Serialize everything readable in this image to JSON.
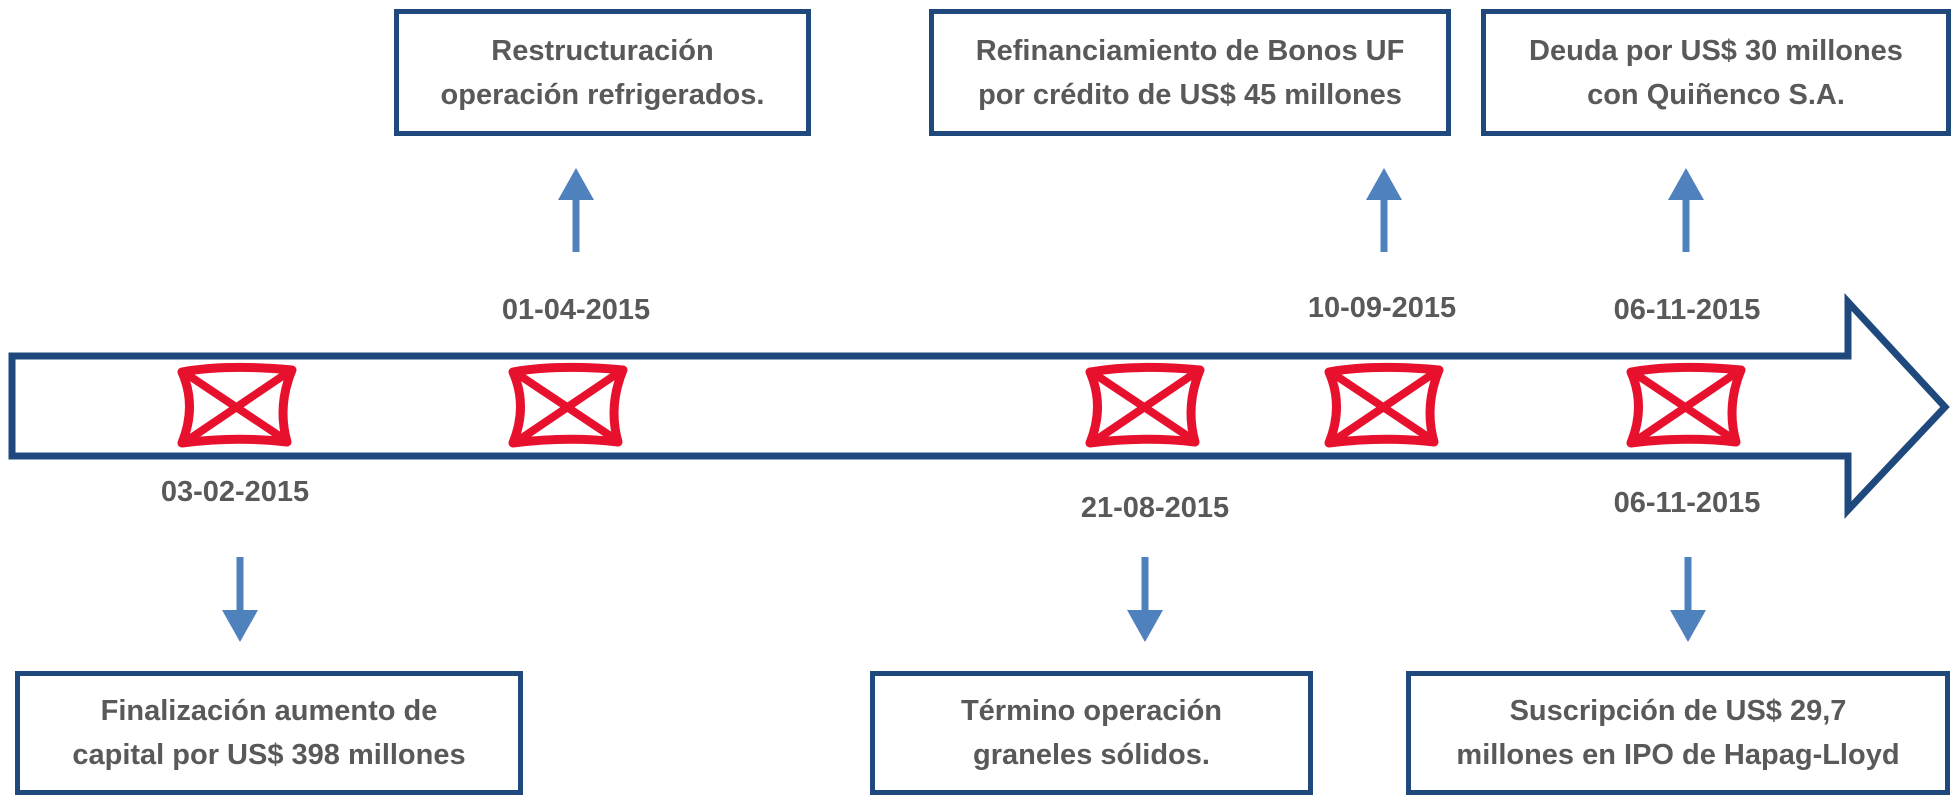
{
  "colors": {
    "timeline_border": "#1f497d",
    "arrow": "#4f81bd",
    "marker": "#e8112d",
    "text": "#595959"
  },
  "events": [
    {
      "date": "03-02-2015",
      "position": "below",
      "lines": [
        "Finalización aumento de",
        "capital por US$ 398 millones"
      ],
      "icon": "envelope-icon"
    },
    {
      "date": "01-04-2015",
      "position": "above",
      "lines": [
        "Restructuración",
        "operación refrigerados."
      ],
      "icon": "envelope-icon"
    },
    {
      "date": "21-08-2015",
      "position": "below",
      "lines": [
        "Término operación",
        "graneles sólidos."
      ],
      "icon": "envelope-icon"
    },
    {
      "date": "10-09-2015",
      "position": "above",
      "lines": [
        "Refinanciamiento de Bonos UF",
        "por crédito de US$ 45 millones"
      ],
      "icon": "envelope-icon"
    },
    {
      "date": "06-11-2015",
      "position": "above",
      "lines": [
        "Deuda por US$ 30 millones",
        "con Quiñenco S.A."
      ],
      "icon": "envelope-icon"
    },
    {
      "date": "06-11-2015",
      "position": "below",
      "lines": [
        "Suscripción de US$ 29,7",
        "millones en IPO de Hapag-Lloyd"
      ],
      "icon": "envelope-icon"
    }
  ]
}
